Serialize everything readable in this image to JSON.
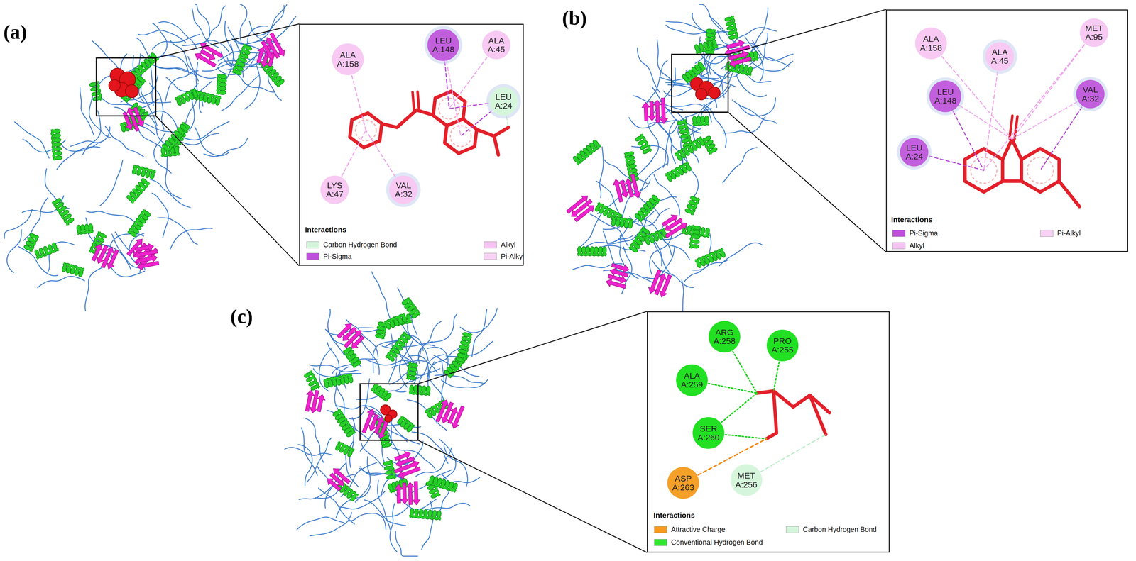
{
  "diagram": {
    "nodes": [
      {
        "text": [
          "Interactions"
        ]
      },
      {
        "text": [
          "ALA A:158"
        ],
        "in": 0
      },
      {
        "text": [
          "LEU A:148"
        ],
        "in": 0
      },
      {
        "text": [
          "ALA A:45"
        ],
        "in": 0
      },
      {
        "text": [
          "LEU A:24"
        ],
        "in": 0
      },
      {
        "text": [
          "LYS A:47"
        ],
        "in": 0
      },
      {
        "text": [
          "VAL A:32"
        ],
        "in": 0
      },
      {
        "text": [
          "Interactions"
        ]
      },
      {
        "text": [
          "ALA A:158"
        ],
        "in": 7
      },
      {
        "text": [
          "ALA A:45"
        ],
        "in": 7
      },
      {
        "text": [
          "MET A:95"
        ],
        "in": 7
      },
      {
        "text": [
          "LEU A:148"
        ],
        "in": 7
      },
      {
        "text": [
          "VAL A:32"
        ],
        "in": 7
      },
      {
        "text": [
          "LEU A:24"
        ],
        "in": 7
      },
      {
        "text": [
          "Interactions"
        ]
      },
      {
        "text": [
          "ARG A:258"
        ],
        "in": 14
      },
      {
        "text": [
          "PRO A:255"
        ],
        "in": 14
      },
      {
        "text": [
          "ALA A:259"
        ],
        "in": 14
      },
      {
        "text": [
          "SER A:260"
        ],
        "in": 14
      },
      {
        "text": [
          "ASP A:263"
        ],
        "in": 14
      },
      {
        "text": [
          "MET A:256"
        ],
        "in": 14
      }
    ],
    "labels": [
      "(a)",
      "(b)",
      "(c)"
    ],
    "legend": [
      {
        "text": "Carbon Hydrogen Bond",
        "color": "#d4f5db"
      },
      {
        "text": "Alkyl",
        "color": "#f5c3f1"
      },
      {
        "text": "Pi-Sigma",
        "color": "#c04fdc"
      },
      {
        "text": "Pi-Alkyl",
        "color": "#f8d2f5"
      },
      {
        "text": "Pi-Sigma",
        "color": "#c04fdc"
      },
      {
        "text": "Pi-Alkyl",
        "color": "#f8d2f5"
      },
      {
        "text": "Alkyl",
        "color": "#f5c3f1"
      },
      {
        "text": "Attractive Charge",
        "color": "#f59b23"
      },
      {
        "text": "Carbon Hydrogen Bond",
        "color": "#d4f5db"
      },
      {
        "text": "Conventional Hydrogen Bond",
        "color": "#2ee62e"
      }
    ]
  }
}
